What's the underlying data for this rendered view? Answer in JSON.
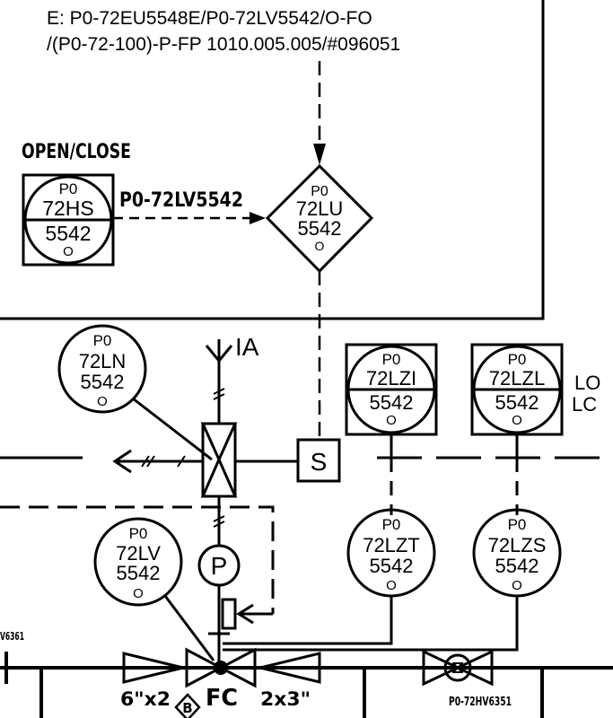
{
  "header": {
    "line1": "E: P0-72EU5548E/P0-72LV5542/O-FO",
    "line2": "/(P0-72-100)-P-FP 1010.005.005/#096051"
  },
  "open_close_label": "OPEN/CLOSE",
  "signal_label": "P0-72LV5542",
  "air_label": "IA",
  "lo_label": "LO",
  "lc_label": "LC",
  "solenoid_label": "S",
  "positioner_label": "P",
  "fail_label": "FC",
  "reducer_in_label": "6\"x2",
  "reducer_out_label": "2x3\"",
  "reducer_badge": "B",
  "left_tag_fragment": "V6361",
  "right_tag_label": "P0-72HV6351",
  "instruments": {
    "hs": {
      "prefix": "P0",
      "tag": "72HS",
      "number": "5542",
      "suffix": "O"
    },
    "lu": {
      "prefix": "P0",
      "tag": "72LU",
      "number": "5542",
      "suffix": "O"
    },
    "ln": {
      "prefix": "P0",
      "tag": "72LN",
      "number": "5542",
      "suffix": "O"
    },
    "lzi": {
      "prefix": "P0",
      "tag": "72LZI",
      "number": "5542",
      "suffix": "O"
    },
    "lzl": {
      "prefix": "P0",
      "tag": "72LZL",
      "number": "5542",
      "suffix": "O"
    },
    "lv": {
      "prefix": "P0",
      "tag": "72LV",
      "number": "5542",
      "suffix": "O"
    },
    "lzt": {
      "prefix": "P0",
      "tag": "72LZT",
      "number": "5542",
      "suffix": "O"
    },
    "lzs": {
      "prefix": "P0",
      "tag": "72LZS",
      "number": "5542",
      "suffix": "O"
    }
  }
}
